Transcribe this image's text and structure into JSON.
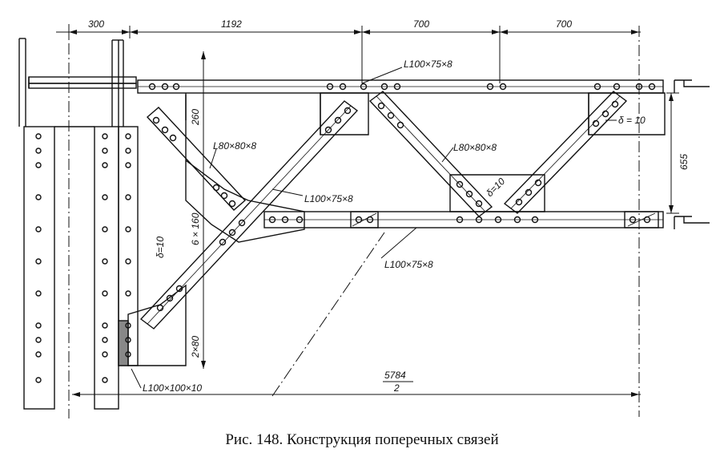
{
  "dimensions": {
    "top": [
      "300",
      "1192",
      "700",
      "700"
    ],
    "vertical_right": "655",
    "half_span_num": "5784",
    "half_span_den": "2"
  },
  "labels": {
    "angle_top": "L100×75×8",
    "angle_right_brace": "L80×80×8",
    "delta_right": "δ = 10",
    "angle_small_brace": "L80×80×8",
    "angle_long_brace": "L100×75×8",
    "delta_gusset": "δ=10",
    "angle_bottom": "L100×75×8",
    "bolt_pitch": "6 × 160",
    "top_gap": "260",
    "delta_left": "δ=10",
    "bottom_pitch": "2×80",
    "column_angle": "L100×100×10"
  },
  "caption": "Рис. 148. Конструкция поперечных связей"
}
